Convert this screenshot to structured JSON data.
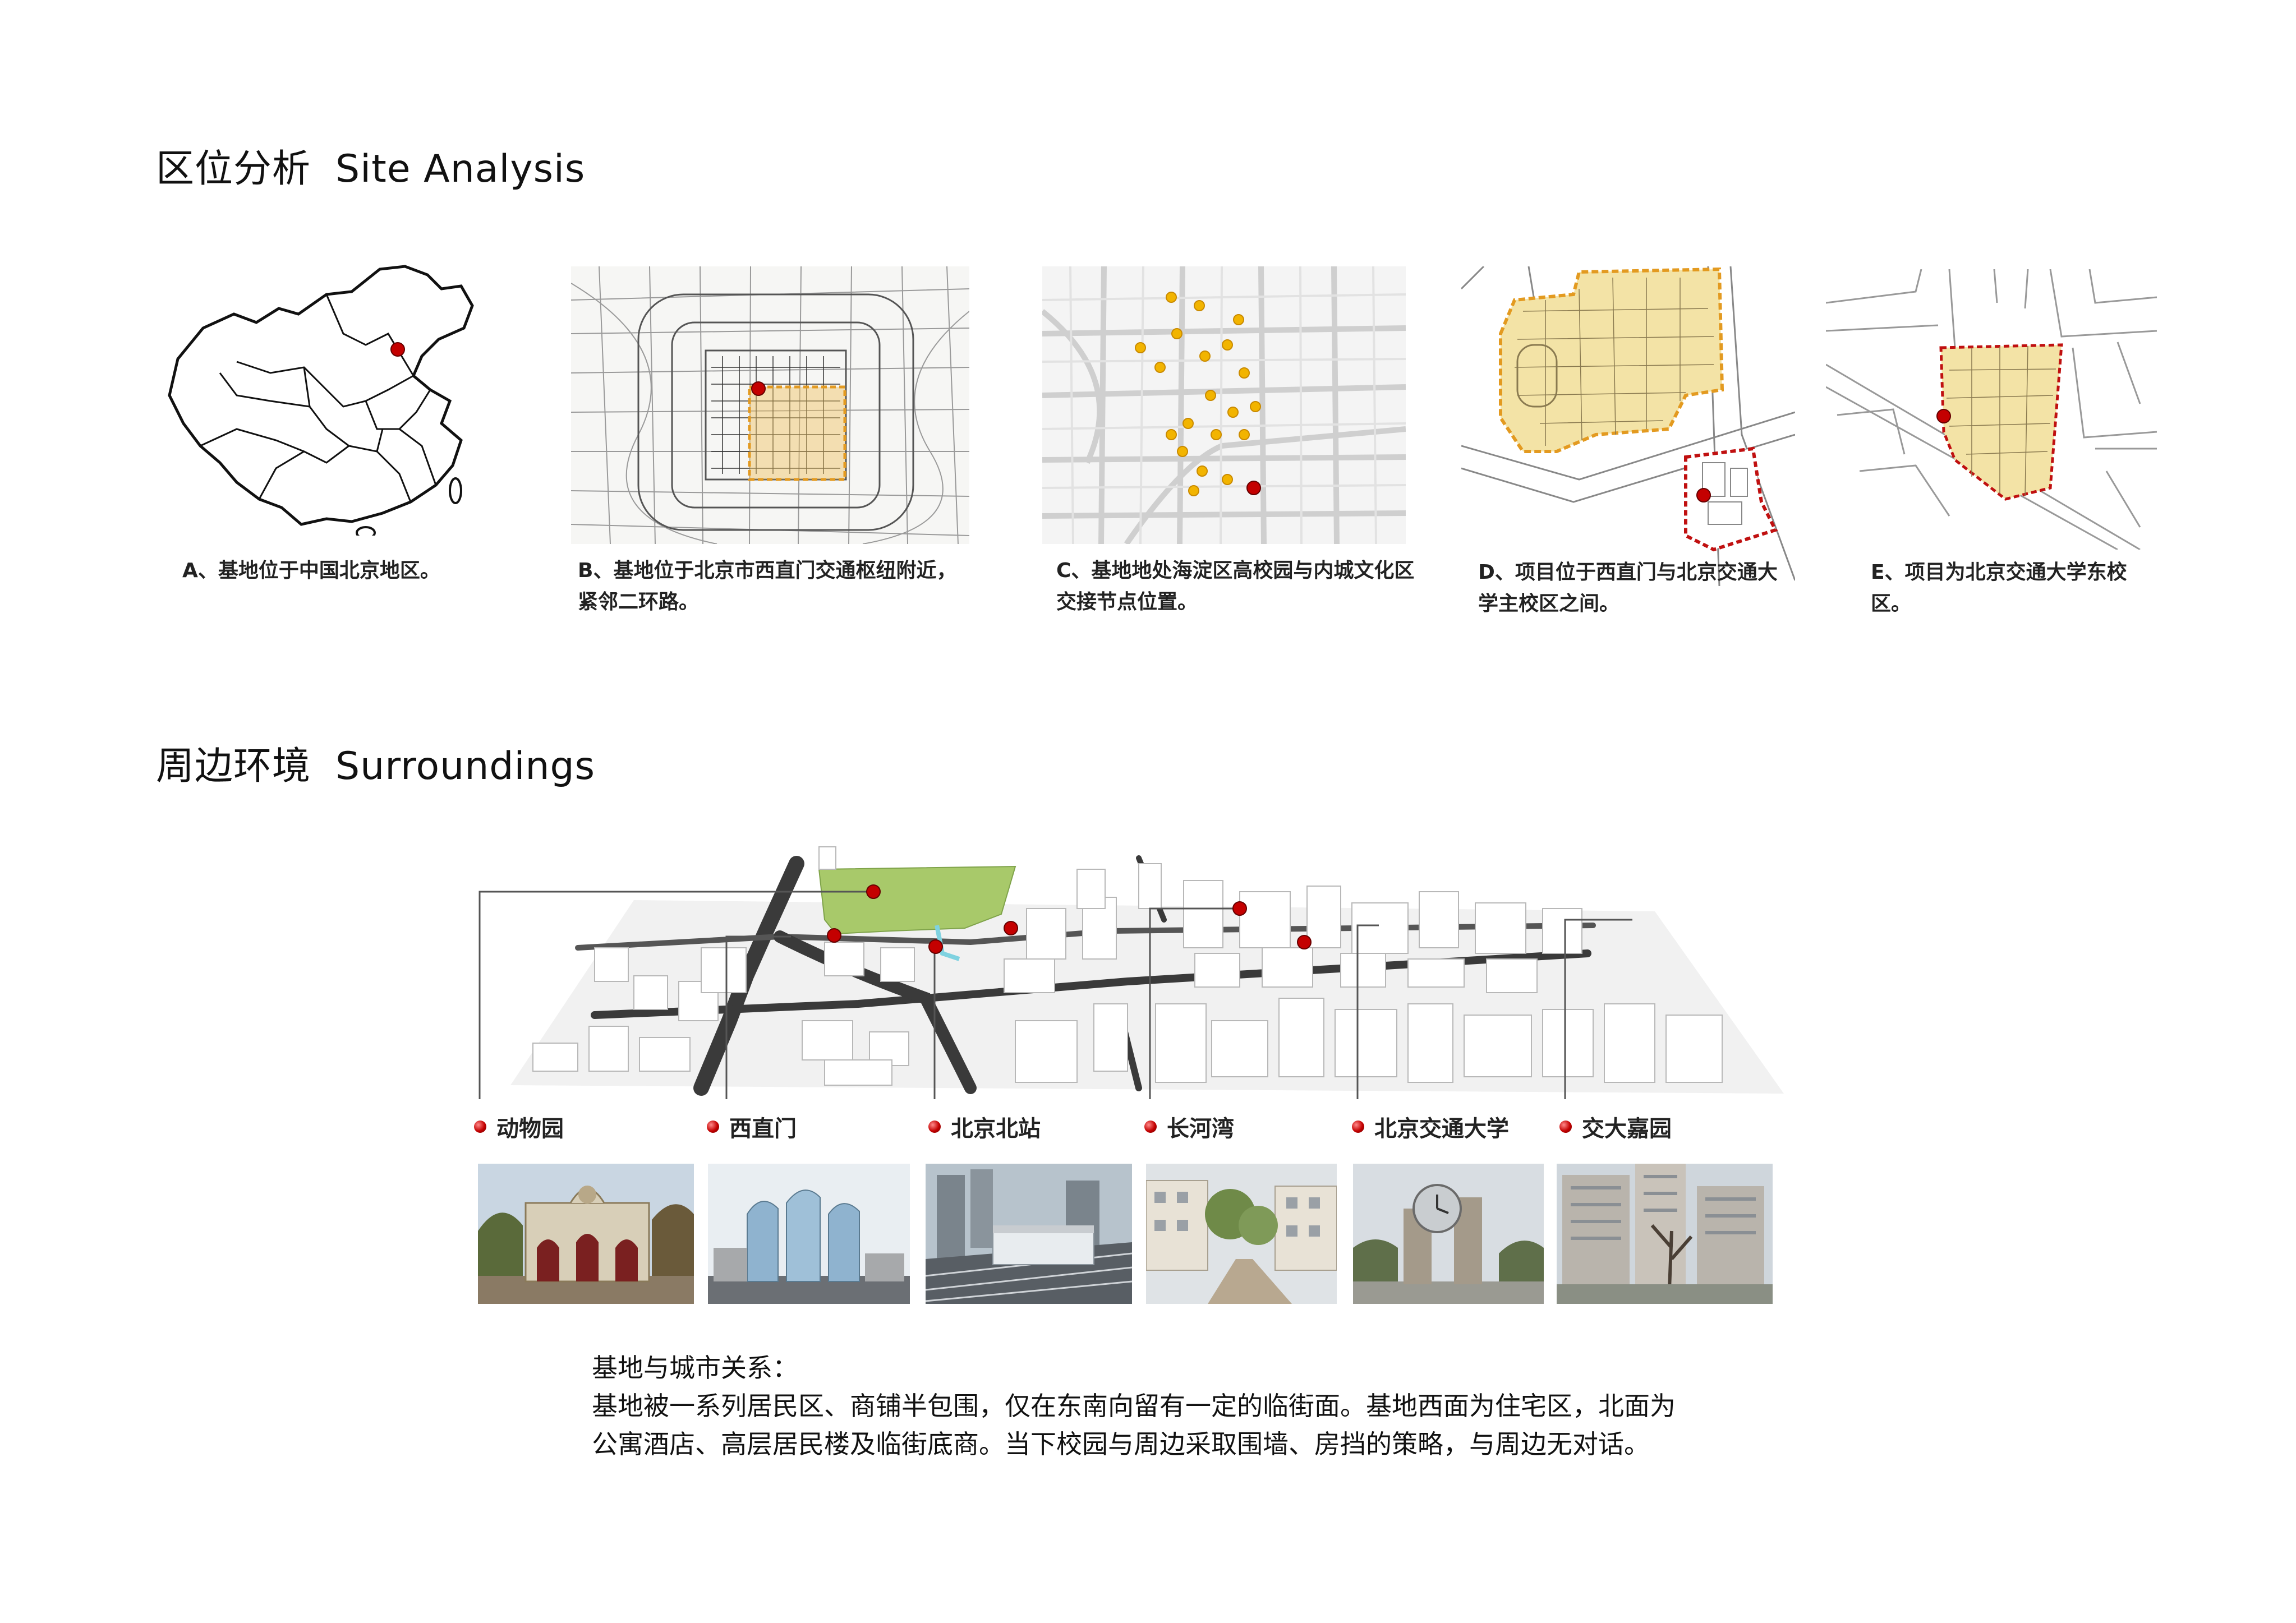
{
  "site_analysis": {
    "title_cn": "区位分析",
    "title_en": "Site Analysis",
    "panels": [
      {
        "id": "A",
        "caption": "A、基地位于中国北京地区。"
      },
      {
        "id": "B",
        "caption": "B、基地位于北京市西直门交通枢纽附近，紧邻二环路。"
      },
      {
        "id": "C",
        "caption": "C、基地地处海淀区高校园与内城文化区交接节点位置。"
      },
      {
        "id": "D",
        "caption": "D、项目位于西直门与北京交通大学主校区之间。"
      },
      {
        "id": "E",
        "caption": "E、项目为北京交通大学东校区。"
      }
    ]
  },
  "surroundings": {
    "title_cn": "周边环境",
    "title_en": "Surroundings",
    "landmarks": [
      {
        "label": "动物园",
        "photo_icon": "zoo-gate-photo"
      },
      {
        "label": "西直门",
        "photo_icon": "xizhimen-towers-photo"
      },
      {
        "label": "北京北站",
        "photo_icon": "railway-station-photo"
      },
      {
        "label": "长河湾",
        "photo_icon": "residential-street-photo"
      },
      {
        "label": "北京交通大学",
        "photo_icon": "university-clock-photo"
      },
      {
        "label": "交大嘉园",
        "photo_icon": "apartment-blocks-photo"
      }
    ]
  },
  "relation_note": {
    "heading": "基地与城市关系：",
    "body": "基地被一系列居民区、商铺半包围，仅在东南向留有一定的临街面。基地西面为住宅区，北面为公寓酒店、高层居民楼及临街底商。当下校园与周边采取围墙、房挡的策略，与周边无对话。"
  },
  "colors": {
    "marker_red": "#c40000",
    "site_yellow": "#f3e3a6",
    "site_outline": "#e0a030",
    "park_green": "#a8c96a"
  }
}
